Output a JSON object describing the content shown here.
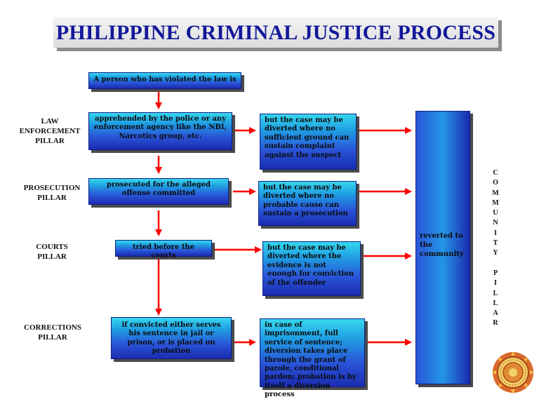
{
  "title": "PHILIPPINE CRIMINAL JUSTICE PROCESS",
  "start_box": "A person who has violated the law is",
  "pillars": [
    {
      "label": [
        "LAW",
        "ENFORCEMENT",
        "PILLAR"
      ],
      "step": "apprehended by the police or any enforcement agency like the NBI, Narcotics group, etc.",
      "diversion": "but the case may be diverted where no sufficient ground can sustain complaint against the suspect"
    },
    {
      "label": [
        "PROSECUTION",
        "PILLAR"
      ],
      "step": "prosecuted for the alleged offense committed",
      "diversion": "but the case may be diverted where no probable cause can sustain a prosecution"
    },
    {
      "label": [
        "COURTS",
        "PILLAR"
      ],
      "step": "tried before the courts",
      "diversion": "but the case may be diverted where the evidence is not enough for conviction of the offender"
    },
    {
      "label": [
        "CORRECTIONS",
        "PILLAR"
      ],
      "step": "if convicted either serves his sentence in jail or prison, or is placed on probation",
      "diversion": "in case of imprisonment, full service of sentence; diversion takes place through the grant of parole, conditional pardon; probation is by itself a diversion process"
    }
  ],
  "community_box": "reverted to the community",
  "community_pillar_vertical": "COMMUNITY PILLAR",
  "colors": {
    "title": "#12189a",
    "arrow": "#ff0000",
    "box_top": "#36d7ee",
    "box_bottom": "#1a2bb0"
  }
}
